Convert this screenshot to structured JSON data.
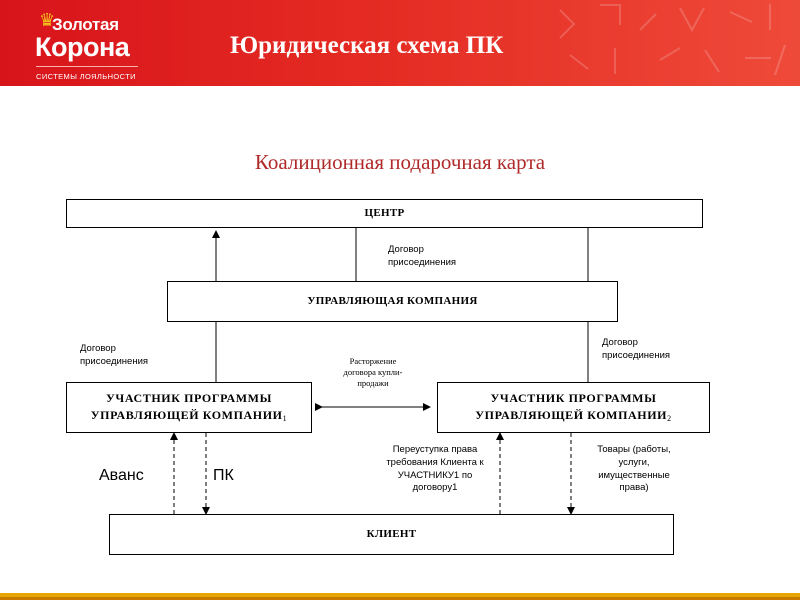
{
  "header": {
    "logo": {
      "line1": "Золотая",
      "line2": "Корона",
      "tagline": "СИСТЕМЫ ЛОЯЛЬНОСТИ"
    },
    "title": "Юридическая схема ПК",
    "colors": {
      "header_red": "#e42a22",
      "logo_crown": "#f4c21b",
      "bottom_bar": "#e8a400"
    }
  },
  "subtitle": "Коалиционная подарочная карта",
  "diagram": {
    "center": "ЦЕНТР",
    "management_company": "УПРАВЛЯЮЩАЯ КОМПАНИЯ",
    "participant1": {
      "line1": "УЧАСТНИК ПРОГРАММЫ",
      "line2": "УПРАВЛЯЮЩЕЙ КОМПАНИИ",
      "index": "1"
    },
    "participant2": {
      "line1": "УЧАСТНИК ПРОГРАММЫ",
      "line2": "УПРАВЛЯЮЩЕЙ КОМПАНИИ",
      "index": "2"
    },
    "client": "КЛИЕНТ",
    "labels": {
      "accession_top_1": "Договор",
      "accession_top_2": "присоединения",
      "accession_left_1": "Договор",
      "accession_left_2": "присоединения",
      "accession_right_1": "Договор",
      "accession_right_2": "присоединения",
      "termination_1": "Расторжение",
      "termination_2": "договора купли-",
      "termination_3": "продажи",
      "advance": "Аванс",
      "pk": "ПК",
      "assignment_1": "Переуступка права",
      "assignment_2": "требования Клиента к",
      "assignment_3": "УЧАСТНИКУ1 по",
      "assignment_4": "договору1",
      "goods_1": "Товары (работы,",
      "goods_2": "услуги,",
      "goods_3": "имущественные",
      "goods_4": "права)"
    }
  }
}
